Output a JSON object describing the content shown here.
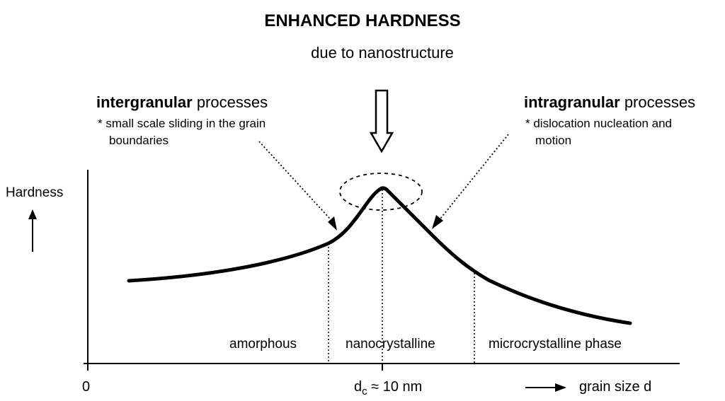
{
  "title": "ENHANCED HARDNESS",
  "subtitle": "due to nanostructure",
  "left_process": {
    "keyword": "intergranular",
    "suffix": " processes",
    "note_line1": "* small scale sliding in the grain",
    "note_line2": "boundaries"
  },
  "right_process": {
    "keyword": "intragranular",
    "suffix": " processes",
    "note_line1": "* dislocation nucleation and",
    "note_line2": "motion"
  },
  "y_axis_label": "Hardness",
  "regions": {
    "amorphous": "amorphous",
    "nanocrystalline": "nanocrystalline",
    "microcrystalline": "microcrystalline phase"
  },
  "x_axis": {
    "origin": "0",
    "critical_main": "d",
    "critical_sub": "c",
    "critical_rest": " ≈ 10 nm",
    "label": "grain size d"
  }
}
